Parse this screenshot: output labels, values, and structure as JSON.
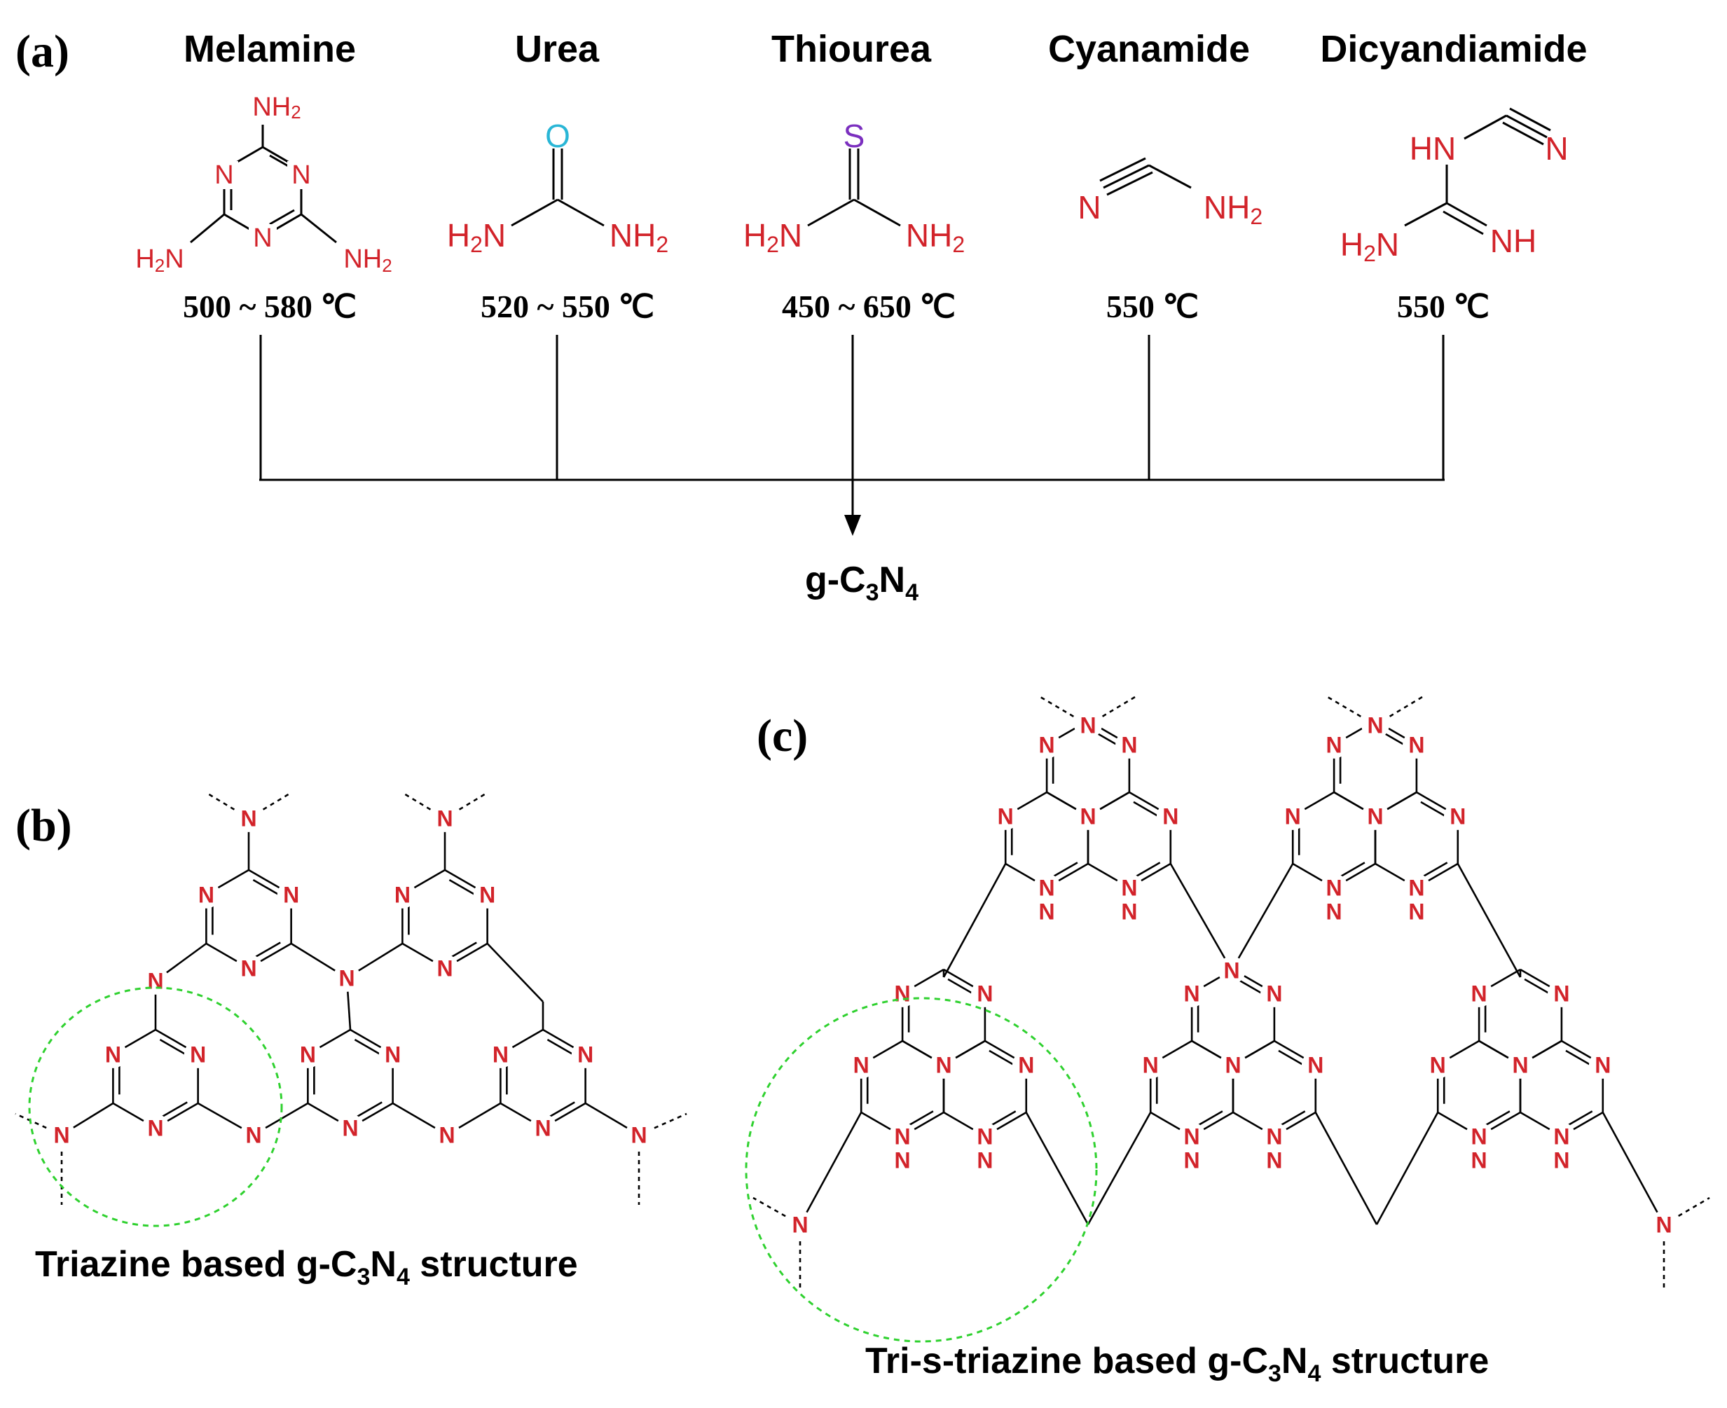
{
  "panels": {
    "a": {
      "label": "(a)",
      "precursors": [
        {
          "name": "Melamine",
          "temp": "500 ~ 580 ℃"
        },
        {
          "name": "Urea",
          "temp": "520 ~ 550 ℃"
        },
        {
          "name": "Thiourea",
          "temp": "450 ~ 650 ℃"
        },
        {
          "name": "Cyanamide",
          "temp": "550 ℃"
        },
        {
          "name": "Dicyandiamide",
          "temp": "550 ℃"
        }
      ],
      "product": {
        "prefix": "g-C",
        "sub1": "3",
        "mid": "N",
        "sub2": "4"
      }
    },
    "b": {
      "label": "(b)",
      "caption": {
        "pre": "Triazine based g-C",
        "sub1": "3",
        "mid": "N",
        "sub2": "4",
        "post": " structure"
      }
    },
    "c": {
      "label": "(c)",
      "caption": {
        "pre": "Tri-s-triazine based g-C",
        "sub1": "3",
        "mid": "N",
        "sub2": "4",
        "post": " structure"
      }
    }
  },
  "atoms": {
    "N": "N",
    "NH2": "NH",
    "H2N_H": "H",
    "H2N_N": "N",
    "two": "2",
    "O": "O",
    "S": "S",
    "HN": "HN",
    "NH": "NH"
  },
  "colors": {
    "nitrogen": "#d2232a",
    "oxygen": "#29b6d6",
    "sulfur": "#7b2fbf",
    "circle": "#2fd12f"
  }
}
